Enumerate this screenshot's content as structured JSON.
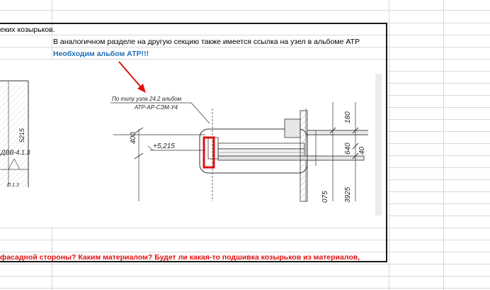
{
  "sheet": {
    "row1_text": "еких козырьков.",
    "row2_text": "В аналогичном разделе на другую секцию также имеется ссылка на узел в альбоме АТР",
    "row3_text": "Необходим альбом АТР!!!",
    "bottom_text": "фасадной стороны? Каким материалом? Будет ли какая-то подшивка козырьков из материалов,"
  },
  "drawing": {
    "callout_line1": "По типу узла 24.2 альбом",
    "callout_line2": "АТР-АР-СЭМ-У4",
    "level_mark": "+5,215",
    "dim_400": "400",
    "dim_180": "180",
    "dim_640": "640",
    "dim_40": "40",
    "dim_3925": "3925",
    "dim_075": "075",
    "left_dim_5215": "5215",
    "left_label_dvv": "ДВВ-4.1.3",
    "left_label_p": "П 1.3"
  },
  "colors": {
    "accent_blue": "#1f6fb5",
    "alert_red": "#e01010",
    "highlight_rect": "#e01010",
    "arrow": "#e01010"
  }
}
